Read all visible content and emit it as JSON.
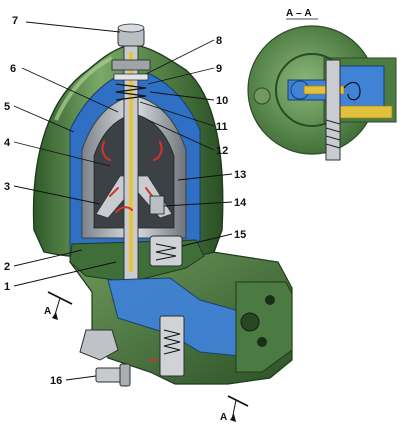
{
  "callouts": [
    {
      "id": "7",
      "label": "7"
    },
    {
      "id": "8",
      "label": "8"
    },
    {
      "id": "6",
      "label": "6"
    },
    {
      "id": "9",
      "label": "9"
    },
    {
      "id": "5",
      "label": "5"
    },
    {
      "id": "10",
      "label": "10"
    },
    {
      "id": "11",
      "label": "11"
    },
    {
      "id": "4",
      "label": "4"
    },
    {
      "id": "12",
      "label": "12"
    },
    {
      "id": "3",
      "label": "3"
    },
    {
      "id": "13",
      "label": "13"
    },
    {
      "id": "14",
      "label": "14"
    },
    {
      "id": "15",
      "label": "15"
    },
    {
      "id": "2",
      "label": "2"
    },
    {
      "id": "1",
      "label": "1"
    },
    {
      "id": "16",
      "label": "16"
    }
  ],
  "section": {
    "title": "А – А",
    "cut_marker_top": "А",
    "cut_marker_bottom": "А"
  },
  "colors": {
    "housing_green": "#5b8a4a",
    "housing_dark": "#2f5a2a",
    "interior_blue": "#2f6fc4",
    "oil_orange": "#d8b43a",
    "flow_red": "#d7332a",
    "steel_gray": "#b8bcc0"
  }
}
